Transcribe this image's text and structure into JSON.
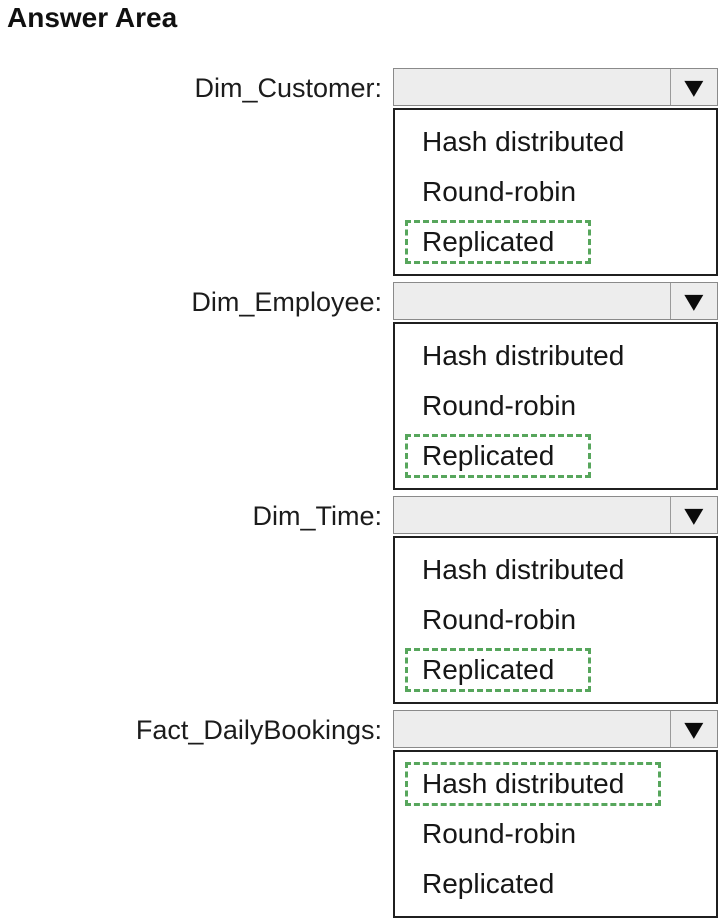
{
  "title": "Answer Area",
  "dropdown": {
    "arrow_icon": "▼"
  },
  "colors": {
    "selection_dash_green": "#57A65C",
    "select_fill": "#EDEDED",
    "select_border": "#8A8A8A",
    "panel_border": "#1F1F1F",
    "text": "#1A1A1A"
  },
  "rows": [
    {
      "label": "Dim_Customer:",
      "value": "",
      "options": [
        "Hash distributed",
        "Round-robin",
        "Replicated"
      ],
      "selected": "Replicated"
    },
    {
      "label": "Dim_Employee:",
      "value": "",
      "options": [
        "Hash distributed",
        "Round-robin",
        "Replicated"
      ],
      "selected": "Replicated"
    },
    {
      "label": "Dim_Time:",
      "value": "",
      "options": [
        "Hash distributed",
        "Round-robin",
        "Replicated"
      ],
      "selected": "Replicated"
    },
    {
      "label": "Fact_DailyBookings:",
      "value": "",
      "options": [
        "Hash distributed",
        "Round-robin",
        "Replicated"
      ],
      "selected": "Hash distributed"
    }
  ]
}
